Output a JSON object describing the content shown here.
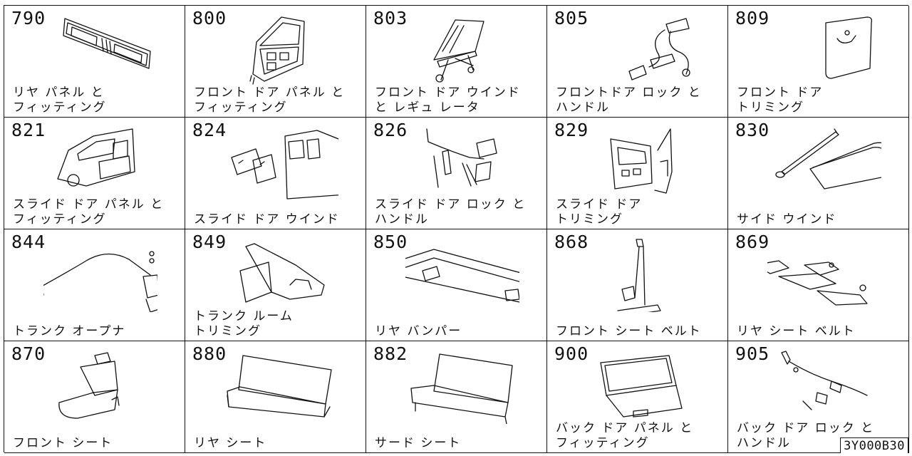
{
  "parts": [
    {
      "code": "790",
      "label": "リヤ パネル と\nフィッティング",
      "icon": "rear-panel"
    },
    {
      "code": "800",
      "label": "フロント ドア パネル と\nフィッティング",
      "icon": "front-door-panel"
    },
    {
      "code": "803",
      "label": "フロント ドア ウインド\nと レギュ レータ",
      "icon": "door-window-regulator"
    },
    {
      "code": "805",
      "label": "フロントドア ロック と\nハンドル",
      "icon": "door-lock-handle"
    },
    {
      "code": "809",
      "label": "フロント ドア\nトリミング",
      "icon": "door-trim"
    },
    {
      "code": "821",
      "label": "スライド ドア パネル と\nフィッティング",
      "icon": "slide-door-panel"
    },
    {
      "code": "824",
      "label": "スライド ドア ウインド",
      "icon": "slide-door-window"
    },
    {
      "code": "826",
      "label": "スライド ドア ロック と\nハンドル",
      "icon": "slide-door-lock"
    },
    {
      "code": "829",
      "label": "スライド ドア\nトリミング",
      "icon": "slide-door-trim"
    },
    {
      "code": "830",
      "label": "サイド ウインド",
      "icon": "side-window"
    },
    {
      "code": "844",
      "label": "トランク オープナ",
      "icon": "trunk-opener"
    },
    {
      "code": "849",
      "label": "トランク ルーム\nトリミング",
      "icon": "trunk-room-trim"
    },
    {
      "code": "850",
      "label": "リヤ バンパー",
      "icon": "rear-bumper"
    },
    {
      "code": "868",
      "label": "フロント シート ベルト",
      "icon": "front-seat-belt"
    },
    {
      "code": "869",
      "label": "リヤ シート ベルト",
      "icon": "rear-seat-belt"
    },
    {
      "code": "870",
      "label": "フロント シート",
      "icon": "front-seat"
    },
    {
      "code": "880",
      "label": "リヤ シート",
      "icon": "rear-seat"
    },
    {
      "code": "882",
      "label": "サード シート",
      "icon": "third-seat"
    },
    {
      "code": "900",
      "label": "バック ドア パネル と\nフィッティング",
      "icon": "back-door-panel"
    },
    {
      "code": "905",
      "label": "バック ドア ロック と\nハンドル",
      "icon": "back-door-lock"
    }
  ],
  "footer_code": "3Y000B30"
}
